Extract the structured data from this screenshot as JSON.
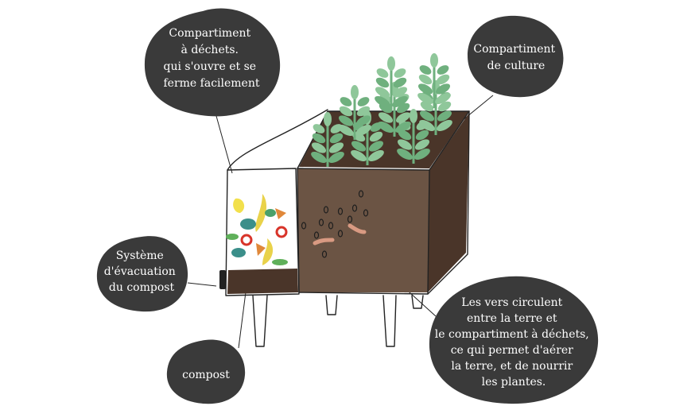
{
  "colors": {
    "bubble": "#3a3a3a",
    "soil": "#6b5444",
    "soil_dark": "#4a3529",
    "leaf": "#8fc79a",
    "leaf_dark": "#6fb07e",
    "worm": "#d99a82"
  },
  "labels": {
    "waste_compartment": [
      "Compartiment",
      "à déchets.",
      "qui s'ouvre et se",
      "ferme facilement"
    ],
    "culture_compartment": [
      "Compartiment",
      "de culture"
    ],
    "evacuation_system": [
      "Système",
      "d'évacuation",
      "du compost"
    ],
    "compost": [
      "compost"
    ],
    "worms": [
      "Les vers circulent",
      "entre la terre et",
      "le compartiment à déchets,",
      "ce qui permet d'aérer",
      "la terre, et de nourrir",
      "les plantes."
    ]
  }
}
